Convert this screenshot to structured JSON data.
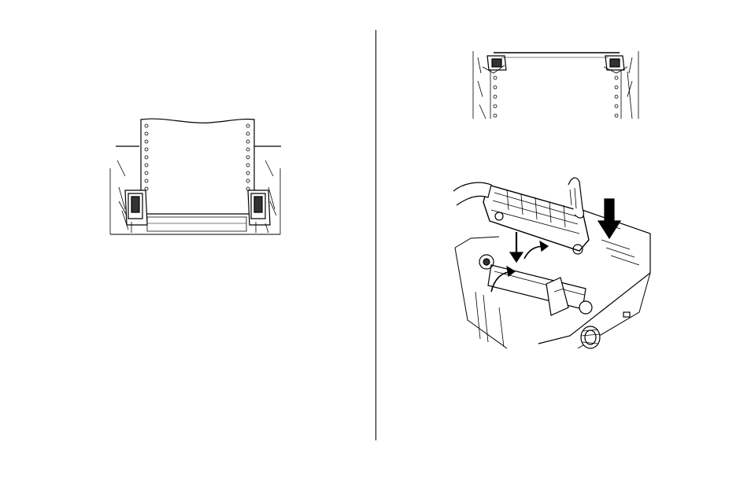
{
  "page": {
    "background_color": "#ffffff",
    "line_color": "#000000"
  },
  "figures": [
    {
      "icon": "tractor-feed-paper-loaded-illustration"
    },
    {
      "icon": "tractor-pins-closeup-illustration"
    },
    {
      "icon": "install-pull-tractor-unit-illustration"
    }
  ]
}
